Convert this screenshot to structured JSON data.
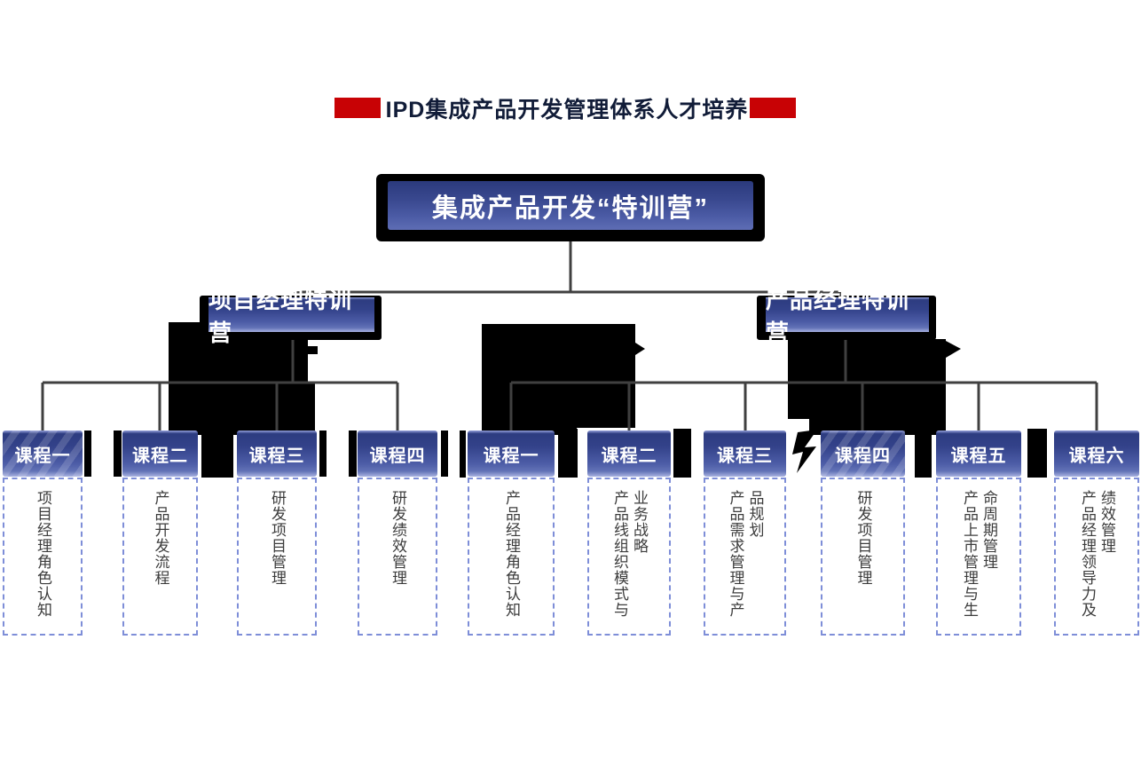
{
  "title": {
    "text": "IPD集成产品开发管理体系人才培养",
    "accent_color": "#c80205",
    "text_color": "#111c38"
  },
  "root": {
    "label": "集成产品开发“特训营”"
  },
  "branches": [
    {
      "label": "项目经理特训营",
      "courses": [
        {
          "label": "课程一",
          "topic": "项目经理角色认知"
        },
        {
          "label": "课程二",
          "topic": "产品开发流程"
        },
        {
          "label": "课程三",
          "topic": "研发项目管理"
        },
        {
          "label": "课程四",
          "topic": "研发绩效管理"
        }
      ]
    },
    {
      "label": "产品经理特训营",
      "courses": [
        {
          "label": "课程一",
          "topic": "产品经理角色认知"
        },
        {
          "label": "课程二",
          "topic": "产品线组织模式与业务战略"
        },
        {
          "label": "课程三",
          "topic": "产品需求管理与产品规划"
        },
        {
          "label": "课程四",
          "topic": "研发项目管理"
        },
        {
          "label": "课程五",
          "topic": "产品上市管理与生命周期管理"
        },
        {
          "label": "课程六",
          "topic": "产品经理领导力及绩效管理"
        }
      ]
    }
  ],
  "colors": {
    "box_blue_dark": "#2d3c80",
    "box_blue_light": "#5e6db4",
    "connector": "#404040",
    "dashed_border": "#7e8ed8",
    "blob": "#000000"
  }
}
